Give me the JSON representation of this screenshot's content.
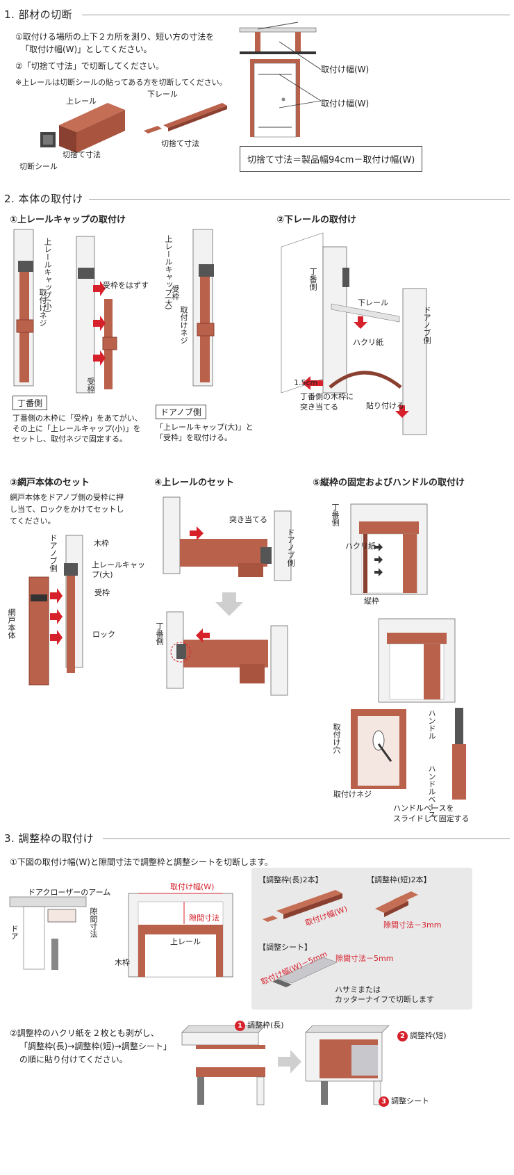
{
  "sec1": {
    "title": "1. 部材の切断",
    "step1_line1": "①取付ける場所の上下２カ所を測り、短い方の寸法を",
    "step1_line2": "「取付け幅(W)」としてください。",
    "step2": "②「切捨て寸法」で切断してください。",
    "note": "※上レールは切断シールの貼ってある方を切断してください。",
    "label_upper_rail": "上レール",
    "label_lower_rail": "下レール",
    "label_cut_seal": "切断シール",
    "label_cut_dim_a": "切捨て寸法",
    "label_cut_dim_b": "切捨て寸法",
    "label_width_top": "取付け幅(W)",
    "label_width_mid": "取付け幅(W)",
    "formula": "切捨て寸法＝製品幅94cm－取付け幅(W)"
  },
  "sec2": {
    "title": "2. 本体の取付け",
    "s1_title": "①上レールキャップの取付け",
    "s1_cap_small": "上レールキャップ(小)",
    "s1_screw": "取付けネジ",
    "s1_remove": "受枠をはずす",
    "s1_ukewaku": "受枠",
    "s1_cap_large": "上レールキャップ(大)",
    "s1_ukewaku2": "受枠",
    "s1_screw2": "取付けネジ",
    "s1_hinge_label": "丁番側",
    "s1_hinge_l1": "丁番側の木枠に「受枠」をあてがい、",
    "s1_hinge_l2": "その上に「上レールキャップ(小)」を",
    "s1_hinge_l3": "セットし、取付ネジで固定する。",
    "s1_knob_label": "ドアノブ側",
    "s1_knob_l1": "「上レールキャップ(大)」と",
    "s1_knob_l2": "「受枠」を取付ける。",
    "s2_title": "②下レールの取付け",
    "s2_hinge": "丁番側",
    "s2_lower": "下レール",
    "s2_peel": "ハクリ紙",
    "s2_knob": "ドアノブ側",
    "s2_dist": "1.5cm",
    "s2_note_l1": "丁番側の木枠に",
    "s2_note_l2": "突き当てる",
    "s2_stick": "貼り付ける",
    "s3_title": "③網戸本体のセット",
    "s3_l1": "網戸本体をドアノブ側の受枠に押",
    "s3_l2": "し当て、ロックをかけてセットし",
    "s3_l3": "てください。",
    "s3_knob": "ドアノブ側",
    "s3_wood": "木枠",
    "s3_cap": "上レールキャップ(大)",
    "s3_uke": "受枠",
    "s3_body": "網戸本体",
    "s3_lock": "ロック",
    "s4_title": "④上レールのセット",
    "s4_butt": "突き当てる",
    "s4_knob": "ドアノブ側",
    "s4_hinge": "丁番側",
    "s5_title": "⑤縦枠の固定およびハンドルの取付け",
    "s5_hinge": "丁番側",
    "s5_peel": "ハクリ紙",
    "s5_tate": "縦枠",
    "s5_hole": "取付け穴",
    "s5_screw": "取付けネジ",
    "s5_handle": "ハンドル",
    "s5_base": "ハンドルベース",
    "s5_note_l1": "ハンドルベースを",
    "s5_note_l2": "スライドして固定する"
  },
  "sec3": {
    "title": "3. 調整枠の取付け",
    "step1": "①下図の取付け幅(W)と隙間寸法で調整枠と調整シートを切断します。",
    "closer_arm": "ドアクローザーのアーム",
    "door": "ドア",
    "gap": "隙間寸法",
    "width": "取付け幅(W)",
    "gap2": "隙間寸法",
    "upper_rail": "上レール",
    "wood_frame": "木枠",
    "long_title": "【調整枠(長)2本】",
    "long_dim": "取付け幅(W)",
    "short_title": "【調整枠(短)2本】",
    "short_dim": "隙間寸法－3mm",
    "sheet_title": "【調整シート】",
    "sheet_w": "取付け幅(W)－5mm",
    "sheet_gap": "隙間寸法－5mm",
    "scissors_l1": "ハサミまたは",
    "scissors_l2": "カッターナイフで切断します",
    "step2_l1": "②調整枠のハクリ紙を２枚とも剥がし、",
    "step2_l2": "「調整枠(長)→調整枠(短)→調整シート」",
    "step2_l3": "の順に貼り付けてください。",
    "callout1_num": "1",
    "callout1": "調整枠(長)",
    "callout2_num": "2",
    "callout2": "調整枠(短)",
    "callout3_num": "3",
    "callout3": "調整シート"
  },
  "colors": {
    "wood": "#b9614a",
    "wood_dark": "#8a4030",
    "frame": "#f2f2f2",
    "red": "#d6202a",
    "panel": "#e9e9ea"
  }
}
